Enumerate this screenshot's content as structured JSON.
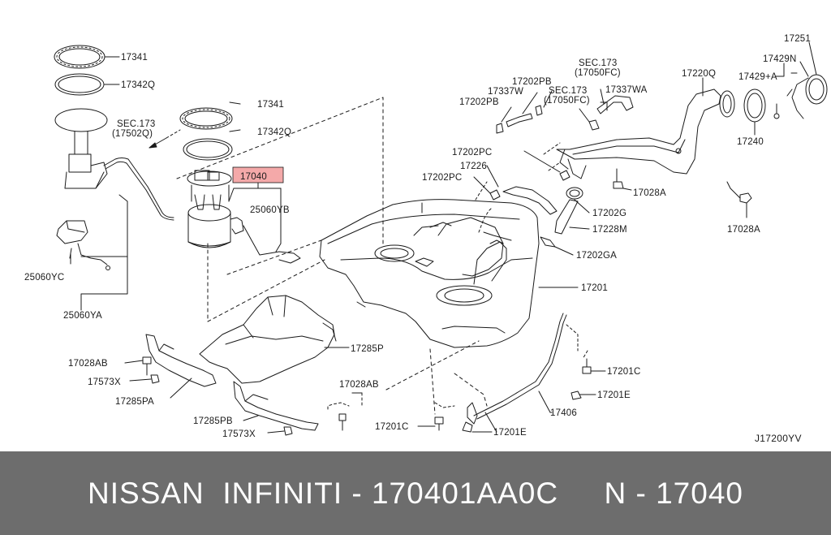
{
  "colors": {
    "highlight": "#f4a9a9",
    "footer_bg": "#6d6d6d",
    "footer_text": "#ffffff",
    "line": "#1a1a1a"
  },
  "labels": {
    "p17341_a": "17341",
    "p17342q_a": "17342Q",
    "p17341_b": "17341",
    "p17342q_b": "17342Q",
    "sec173_a": "SEC.173",
    "sec173_a_sub": "(17502Q)",
    "p17040": "17040",
    "p25060yb": "25060YB",
    "p25060yc": "25060YC",
    "p25060ya": "25060YA",
    "p17202pb_a": "17202PB",
    "p17337w": "17337W",
    "p17202pb_b": "17202PB",
    "sec173_b": "SEC.173",
    "sec173_b_sub": "(17050FC)",
    "sec173_c": "SEC.173",
    "sec173_c_sub": "(17050FC)",
    "p17337wa": "17337WA",
    "p17202pc_a": "17202PC",
    "p17226": "17226",
    "p17202pc_b": "17202PC",
    "p17028a_a": "17028A",
    "p17202g": "17202G",
    "p17228m": "17228M",
    "p17202ga": "17202GA",
    "p17201": "17201",
    "p17220q": "17220Q",
    "p17251": "17251",
    "p17429n": "17429N",
    "p17429a": "17429+A",
    "p17240": "17240",
    "p17028a_b": "17028A",
    "p17285p": "17285P",
    "p17028ab_a": "17028AB",
    "p17573x_a": "17573X",
    "p17285pa": "17285PA",
    "p17028ab_b": "17028AB",
    "p17285pb": "17285PB",
    "p17573x_b": "17573X",
    "p17201c_a": "17201C",
    "p17201c_b": "17201C",
    "p17201e_a": "17201E",
    "p17201e_b": "17201E",
    "p17406": "17406",
    "diagram_ref": "J17200YV"
  },
  "footer": {
    "text": "NISSAN  INFINITI - 170401AA0C     N - 17040"
  }
}
